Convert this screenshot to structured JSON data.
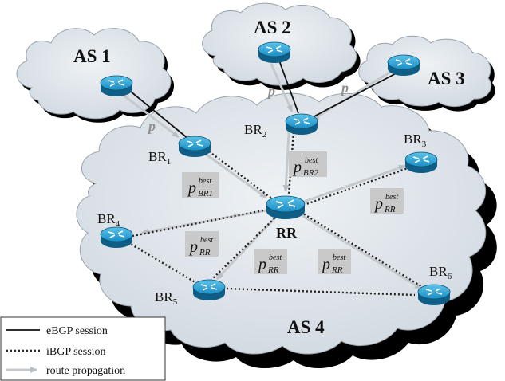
{
  "autonomous_systems": [
    {
      "id": "as1",
      "label": "AS 1"
    },
    {
      "id": "as2",
      "label": "AS 2"
    },
    {
      "id": "as3",
      "label": "AS 3"
    },
    {
      "id": "as4",
      "label": "AS 4"
    }
  ],
  "routers": [
    {
      "id": "ext1",
      "label": ""
    },
    {
      "id": "ext2",
      "label": ""
    },
    {
      "id": "ext3",
      "label": ""
    },
    {
      "id": "br1",
      "label": "BR",
      "sub": "1"
    },
    {
      "id": "br2",
      "label": "BR",
      "sub": "2"
    },
    {
      "id": "br3",
      "label": "BR",
      "sub": "3"
    },
    {
      "id": "br4",
      "label": "BR",
      "sub": "4"
    },
    {
      "id": "br5",
      "label": "BR",
      "sub": "5"
    },
    {
      "id": "br6",
      "label": "BR",
      "sub": "6"
    },
    {
      "id": "rr",
      "label": "RR",
      "sub": ""
    }
  ],
  "prefix_labels": [
    {
      "id": "p-as1",
      "text": "p"
    },
    {
      "id": "p-as2",
      "text": "p"
    },
    {
      "id": "p-as3",
      "text": "p"
    }
  ],
  "route_boxes": [
    {
      "id": "box-br1",
      "main": "p",
      "sup": "best",
      "sub": "BR1"
    },
    {
      "id": "box-br2",
      "main": "p",
      "sup": "best",
      "sub": "BR2"
    },
    {
      "id": "box-br3",
      "main": "p",
      "sup": "best",
      "sub": "RR"
    },
    {
      "id": "box-br4",
      "main": "p",
      "sup": "best",
      "sub": "RR"
    },
    {
      "id": "box-br5",
      "main": "p",
      "sup": "best",
      "sub": "RR"
    },
    {
      "id": "box-br6",
      "main": "p",
      "sup": "best",
      "sub": "RR"
    }
  ],
  "legend": {
    "ebgp": "eBGP session",
    "ibgp": "iBGP session",
    "route": "route propagation"
  },
  "colors": {
    "cloud_fill": "#d6dde5",
    "cloud_shadow": "#000000",
    "router_top": "#2fa4d6",
    "router_side": "#0f5e86",
    "route_arrow": "#c7ccd1",
    "label_box": "#c9c9c9"
  },
  "icons": {
    "router": "router-icon"
  }
}
